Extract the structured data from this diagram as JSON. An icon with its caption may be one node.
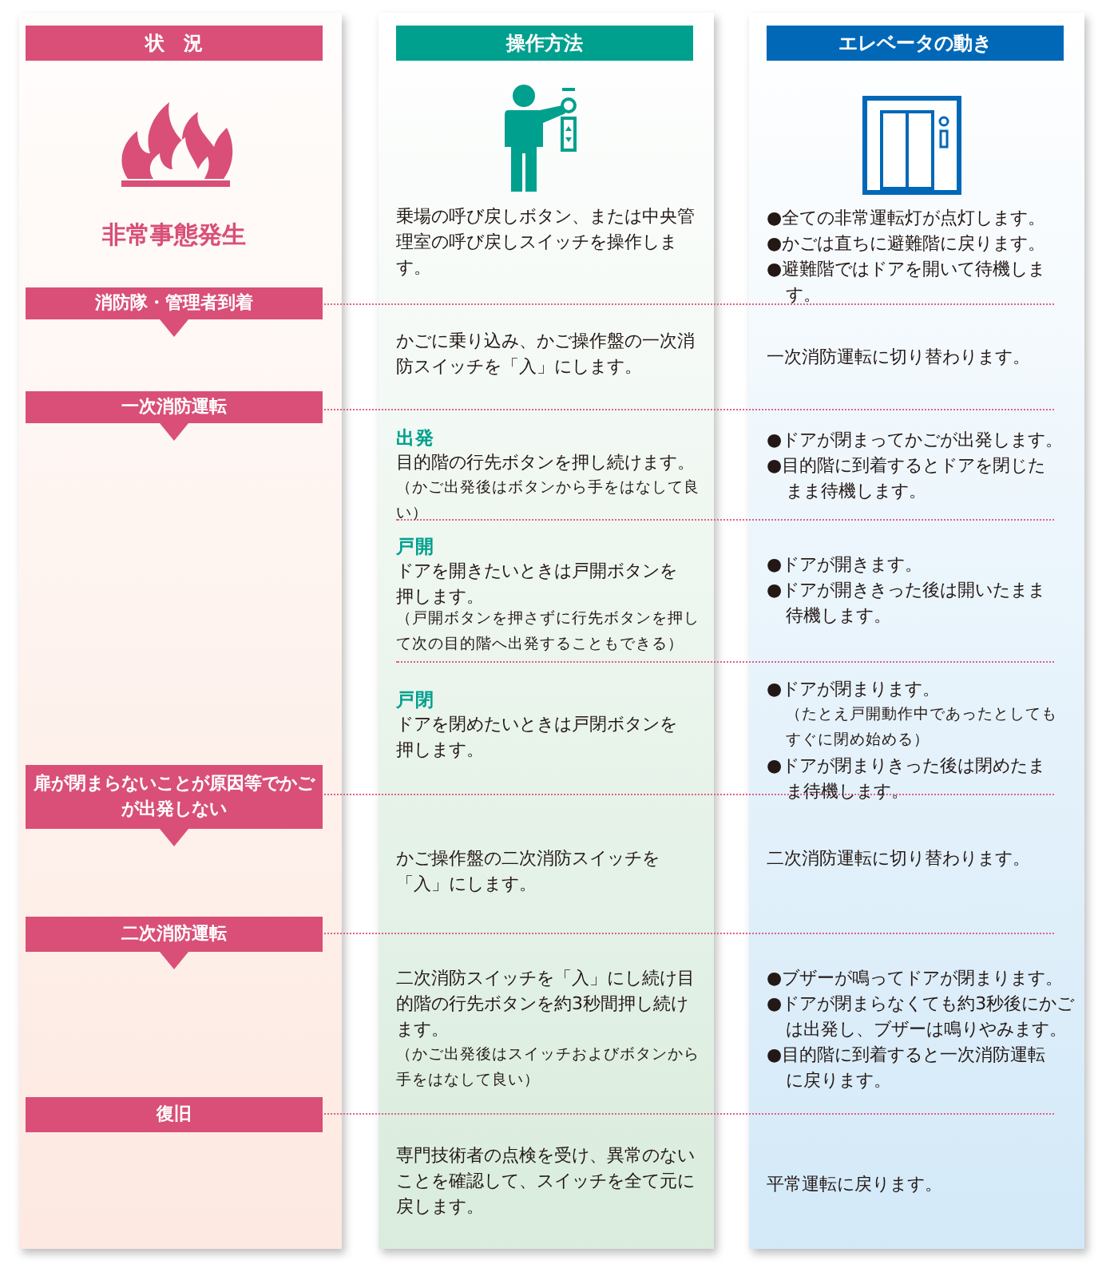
{
  "diagram": {
    "labels": [
      "状　況",
      "操作方法",
      "エレベータの動き",
      "非常事態発生",
      "乗場の呼び戻しボタン、または中央管理室の呼び戻しスイッチを操作します。",
      "●全ての非常運転灯が点灯します。",
      "●かごは直ちに避難階に戻ります。",
      "●避難階ではドアを開いて待機します。",
      "消防隊・管理者到着",
      "かごに乗り込み、かご操作盤の一次消防スイッチを「入」にします。",
      "一次消防運転に切り替わります。",
      "一次消防運転",
      "出発",
      "目的階の行先ボタンを押し続けます。",
      "（かご出発後はボタンから手をはなして良い）",
      "●ドアが閉まってかごが出発します。",
      "●目的階に到着するとドアを閉じたまま待機します。",
      "戸開",
      "ドアを開きたいときは戸開ボタンを押します。",
      "（戸開ボタンを押さずに行先ボタンを押して次の目的階へ出発することもできる）",
      "●ドアが開きます。",
      "●ドアが開ききった後は開いたまま待機します。",
      "戸閉",
      "ドアを閉めたいときは戸閉ボタンを押します。",
      "●ドアが閉まります。",
      "（たとえ戸開動作中であったとしてもすぐに閉め始める）",
      "●ドアが閉まりきった後は閉めたまま待機します。",
      "扉が閉まらないことが原因等でかごが出発しない",
      "かご操作盤の二次消防スイッチを「入」にします。",
      "二次消防運転に切り替わります。",
      "二次消防運転",
      "二次消防スイッチを「入」にし続け目的階の行先ボタンを約3秒間押し続けます。",
      "（かご出発後はスイッチおよびボタンから手をはなして良い）",
      "●ブザーが鳴ってドアが閉まります。",
      "●ドアが閉まらなくても約3秒後にかごは出発し、ブザーは鳴りやみます。",
      "●目的階に到着すると一次消防運転に戻ります。",
      "復旧",
      "専門技術者の点検を受け、異常のないことを確認して、スイッチを全て元に戻します。",
      "平常運転に戻ります。"
    ]
  }
}
